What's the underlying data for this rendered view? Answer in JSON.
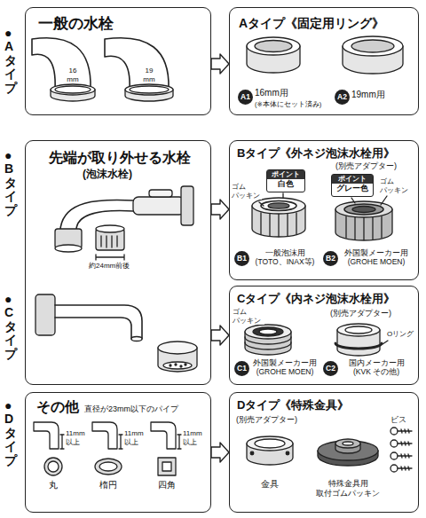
{
  "diagram": {
    "nodes": [
      {
        "text": [
          "一般の水栓"
        ]
      },
      {
        "text": [
          "Aタイプ《固定用リング》"
        ]
      },
      {
        "text": [
          "A1"
        ],
        "in": 1
      },
      {
        "text": [
          "A2"
        ],
        "in": 1
      },
      {
        "text": [
          "先端が取り外せる水栓",
          "(泡沫水栓)"
        ]
      },
      {
        "text": [
          "Bタイプ《外ネジ泡沫水栓用》"
        ]
      },
      {
        "text": [
          "ポイント",
          "白色"
        ],
        "in": 5
      },
      {
        "text": [
          "ポイント",
          "グレー色"
        ],
        "in": 5
      },
      {
        "text": [
          "B1"
        ],
        "in": 5
      },
      {
        "text": [
          "B2"
        ],
        "in": 5
      },
      {
        "text": [
          "Cタイプ《内ネジ泡沫水栓用》"
        ]
      },
      {
        "text": [
          "C1"
        ],
        "in": 10
      },
      {
        "text": [
          "C2"
        ],
        "in": 10
      },
      {
        "text": [
          "その他",
          "直径が23mm以下のパイプ"
        ]
      },
      {
        "text": [
          "Dタイプ《特殊金具》"
        ]
      }
    ],
    "edges": [
      {
        "from": 0,
        "to": 1,
        "arrow": "to"
      },
      {
        "from": 4,
        "to": 5,
        "arrow": "to"
      },
      {
        "from": 4,
        "to": 10,
        "arrow": "to"
      },
      {
        "from": 13,
        "to": 14,
        "arrow": "to"
      }
    ],
    "labels": [
      "●Aタイプ",
      "16 mm",
      "19 mm",
      "16mm用",
      "(※本体にセット済み)",
      "19mm用",
      "●Bタイプ",
      "約24mm前後",
      "(別売アダプター)",
      "ゴム パッキン",
      "ゴム パッキン",
      "一般泡沫用 (TOTO、INAX等)",
      "外国製メーカー用 (GROHE MOEN)",
      "●Cタイプ",
      "ゴム パッキン",
      "(別売アダプター)",
      "Oリング",
      "外国製メーカー用 (GROHE MOEN)",
      "国内メーカー用 (KVK その他)",
      "●Dタイプ",
      "11mm 以上",
      "11mm 以上",
      "11mm 以上",
      "丸",
      "楕円",
      "四角",
      "(別売アダプター)",
      "ビス",
      "金具",
      "特殊金具用 取付ゴムパッキン"
    ]
  }
}
